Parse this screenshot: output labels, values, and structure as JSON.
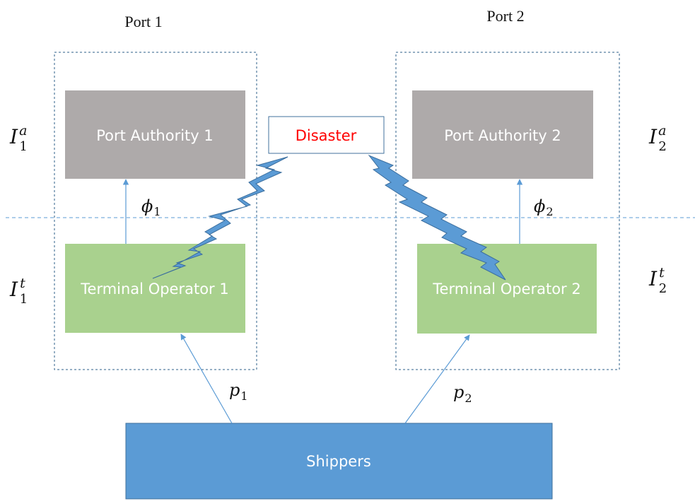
{
  "ports": [
    {
      "title": "Port 1",
      "authority_label": "Port Authority 1",
      "operator_label": "Terminal Operator 1",
      "authority_investment": {
        "base": "I",
        "sup": "a",
        "sub": "1"
      },
      "operator_investment": {
        "base": "I",
        "sup": "t",
        "sub": "1"
      },
      "transfer": {
        "base": "ϕ",
        "sub": "1"
      },
      "price": {
        "base": "p",
        "sub": "1"
      }
    },
    {
      "title": "Port 2",
      "authority_label": "Port Authority 2",
      "operator_label": "Terminal Operator 2",
      "authority_investment": {
        "base": "I",
        "sup": "a",
        "sub": "2"
      },
      "operator_investment": {
        "base": "I",
        "sup": "t",
        "sub": "2"
      },
      "transfer": {
        "base": "ϕ",
        "sub": "2"
      },
      "price": {
        "base": "p",
        "sub": "2"
      }
    }
  ],
  "disaster_label": "Disaster",
  "shippers_label": "Shippers",
  "colors": {
    "authority_fill": "#aeaaaa",
    "operator_fill": "#a9d18e",
    "shippers_fill": "#5b9bd5",
    "shippers_border": "#41719c",
    "arrow": "#5b9bd5",
    "dashed_line": "#5b9bd5",
    "port_border": "#2e5f8a",
    "lightning_fill": "#5b9bd5",
    "lightning_stroke": "#3b6e9e",
    "disaster_text": "#ff0000",
    "disaster_border": "#41719c"
  }
}
